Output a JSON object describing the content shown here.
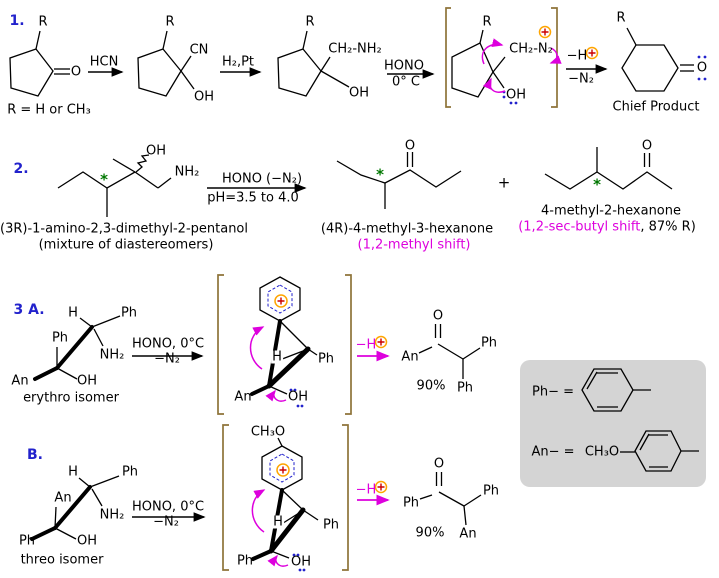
{
  "common": {
    "R": "R",
    "O": "O",
    "OH": "OH",
    "CN": "CN",
    "H": "H",
    "Ph": "Ph",
    "An": "An",
    "NH2": "NH₂",
    "star": "*",
    "plus": "+",
    "pct90": "90%",
    "minus_h": "−H",
    "minus_n2": "−N₂"
  },
  "s1": {
    "num": "1.",
    "hcn": "HCN",
    "h2pt": "H₂,Pt",
    "hono": "HONO",
    "temp": "0° C",
    "ch2nh2": "CH₂-NH₂",
    "ch2n2": "CH₂-N₂",
    "r_note": "R = H or CH₃",
    "chief": "Chief Product"
  },
  "s2": {
    "num": "2.",
    "hono_n2": "HONO  (−N₂)",
    "ph": "pH=3.5 to 4.0",
    "name1": "(3R)-1-amino-2,3-dimethyl-2-pentanol",
    "name2": "(mixture of diastereomers)",
    "prod1_name": "(4R)-4-methyl-3-hexanone",
    "prod1_shift": "(1,2-methyl shift)",
    "prod2_name": "4-methyl-2-hexanone",
    "prod2_shift_m": "(1,2-sec-butyl shift",
    "prod2_shift_b": ", 87% R)"
  },
  "s3a": {
    "num": "3 A.",
    "hono": "HONO, 0°C",
    "isomer": "erythro isomer"
  },
  "s3b": {
    "num": "B.",
    "hono": "HONO, 0°C",
    "isomer": "threo isomer",
    "ch3o": "CH₃O"
  },
  "legend": {
    "ph_eq": "Ph− =",
    "an_eq": "An− =",
    "ch3o": "CH₃O"
  },
  "icons": {
    "plus_charge": "circled plus (⊕)",
    "curved_arrow": "electron-pair pushing arrow"
  },
  "colors": {
    "magenta": "#DD00DD",
    "bracket_gold": "#8E7339",
    "section_blue": "#2222CC",
    "star_green": "#007700",
    "lone_pair_blue": "#2222CC",
    "charge_ring_orange": "#FFA500",
    "charge_plus_red": "#CC0000",
    "legend_bg": "#D4D4D4"
  }
}
